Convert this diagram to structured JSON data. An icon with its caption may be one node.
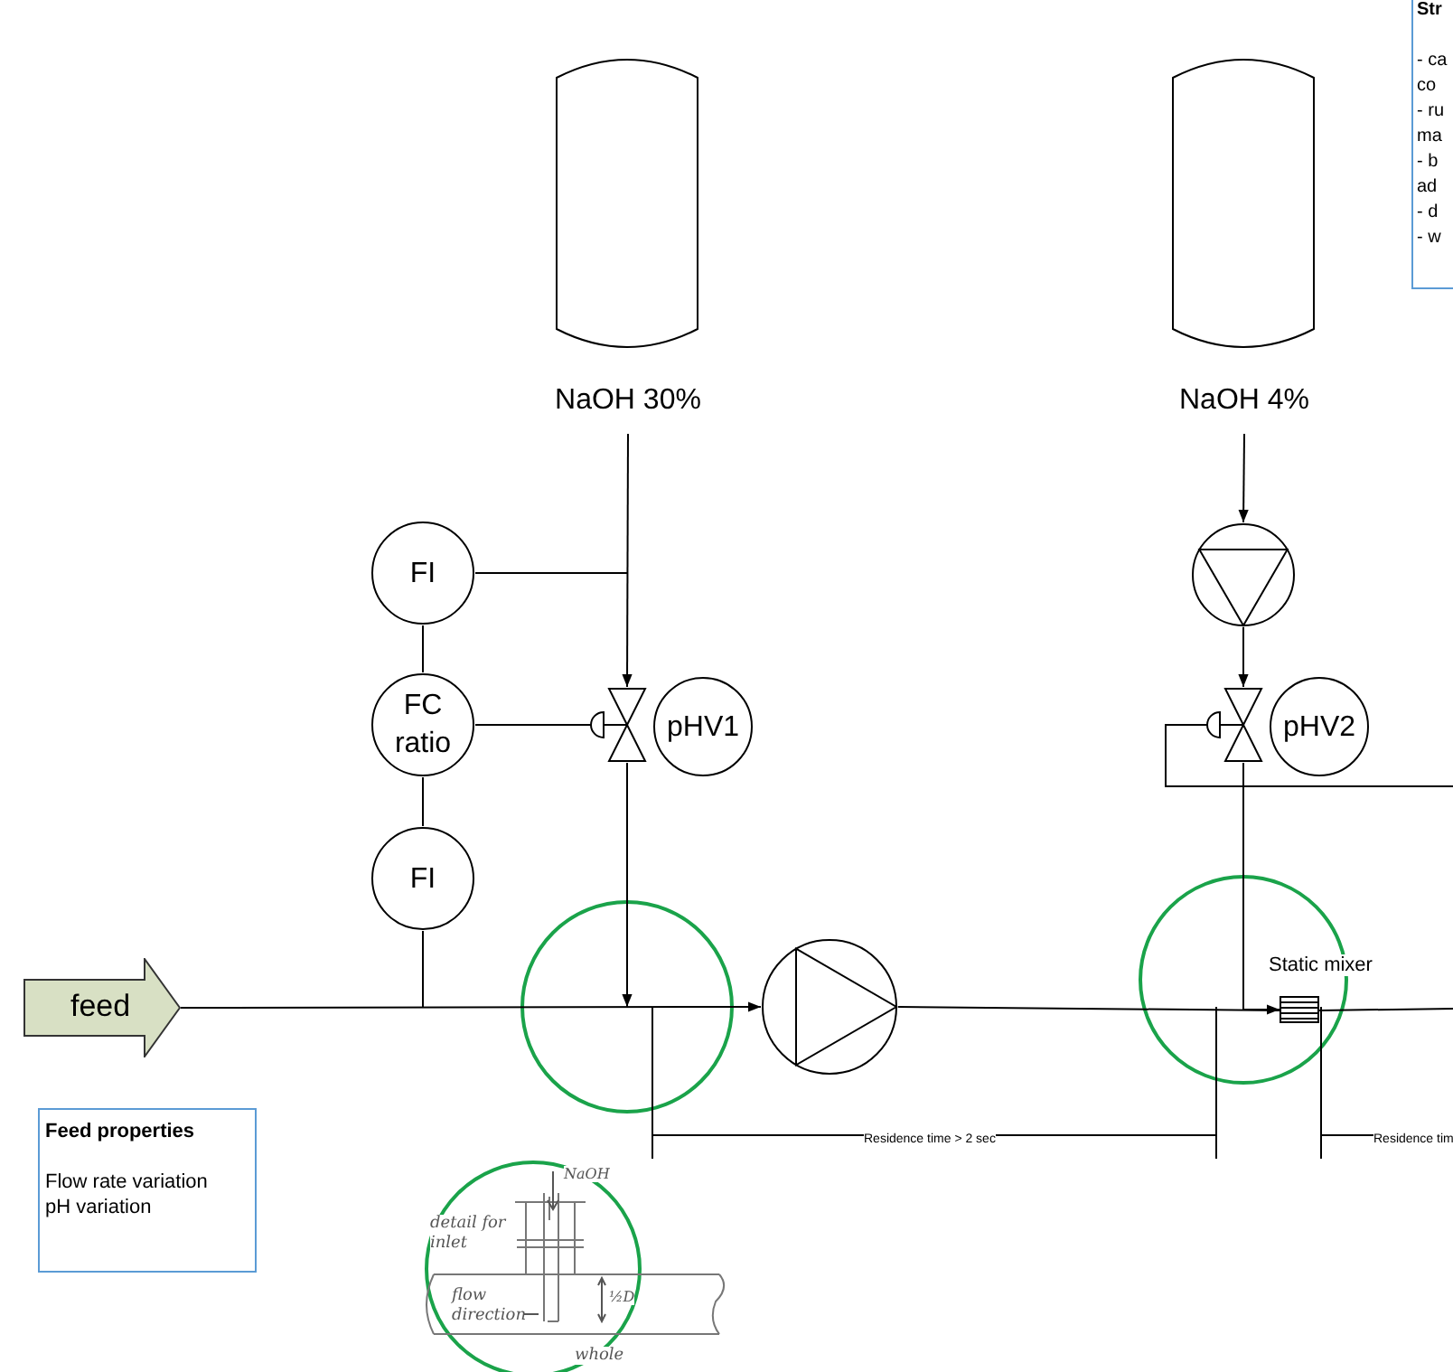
{
  "diagram": {
    "nodes": [
      {
        "text": [
          "Str",
          "- ca co",
          "- ru ma",
          "- b ad",
          "- d",
          "- w"
        ]
      },
      {
        "text": [
          "NaOH 30%"
        ]
      },
      {
        "text": [
          "NaOH 4%"
        ]
      },
      {
        "text": [
          "FI"
        ]
      },
      {
        "text": [],
        "shape": "pump"
      },
      {
        "text": [
          "FC ratio"
        ]
      },
      {
        "text": [],
        "shape": "valve"
      },
      {
        "text": [
          "pHV1"
        ]
      },
      {
        "text": [],
        "shape": "valve"
      },
      {
        "text": [
          "pHV2"
        ]
      },
      {
        "text": [
          "FI"
        ]
      },
      {
        "text": [
          "Static mixer"
        ]
      },
      {
        "text": [
          "feed"
        ]
      },
      {
        "text": [],
        "shape": "pump"
      },
      {
        "text": [
          "Feed properties",
          "Flow rate variation",
          "pH variation"
        ]
      }
    ],
    "edges": [
      {
        "from": 1,
        "to": 6,
        "arrow": "to"
      },
      {
        "from": 3,
        "to": null,
        "arrow": "none"
      },
      {
        "from": 3,
        "to": 5,
        "arrow": "none"
      },
      {
        "from": 5,
        "to": 6,
        "arrow": "none"
      },
      {
        "from": 5,
        "to": 10,
        "arrow": "none"
      },
      {
        "from": 10,
        "to": null,
        "arrow": "none"
      },
      {
        "from": 6,
        "to": null,
        "arrow": "to"
      },
      {
        "from": 12,
        "to": 13,
        "arrow": "to"
      },
      {
        "from": 13,
        "to": 11,
        "arrow": "none"
      },
      {
        "from": 11,
        "to": null,
        "arrow": "none"
      },
      {
        "from": 2,
        "to": 4,
        "arrow": "to"
      },
      {
        "from": 4,
        "to": 8,
        "arrow": "to"
      },
      {
        "from": 8,
        "to": 11,
        "arrow": "to"
      },
      {
        "from": 8,
        "to": null,
        "arrow": "none"
      }
    ],
    "labels": [
      "Residence time > 2 sec",
      "Residence tim",
      "NaOH",
      "detail for inlet",
      "flow direction",
      "½D",
      "whole"
    ]
  }
}
